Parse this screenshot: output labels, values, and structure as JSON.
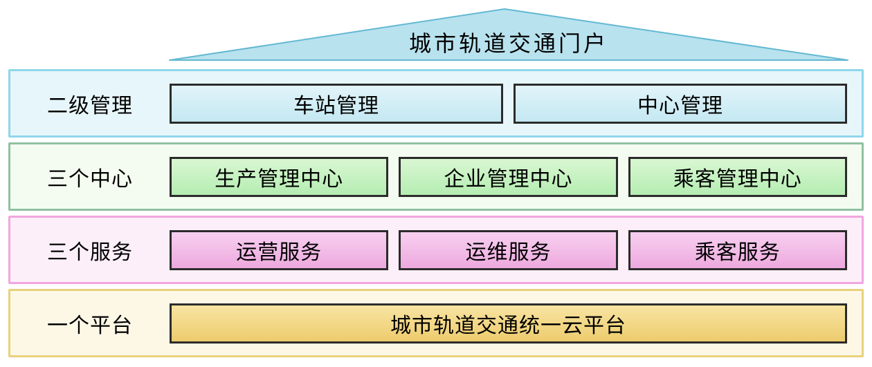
{
  "diagram": {
    "roof": {
      "label": "城市轨道交通门户"
    },
    "rows": [
      {
        "label": "二级管理",
        "theme": "blue",
        "boxes": [
          "车站管理",
          "中心管理"
        ]
      },
      {
        "label": "三个中心",
        "theme": "green",
        "boxes": [
          "生产管理中心",
          "企业管理中心",
          "乘客管理中心"
        ]
      },
      {
        "label": "三个服务",
        "theme": "pink",
        "boxes": [
          "运营服务",
          "运维服务",
          "乘客服务"
        ]
      },
      {
        "label": "一个平台",
        "theme": "yellow",
        "boxes": [
          "城市轨道交通统一云平台"
        ]
      }
    ],
    "colors": {
      "roof_fill": "#b8e2ee",
      "roof_border": "#62b8d2",
      "blue_row_border": "#8ed7eb",
      "green_row_border": "#8fc1a1",
      "pink_row_border": "#f2a7e0",
      "yellow_row_border": "#e8d17d",
      "box_border": "#2b2b2b"
    }
  }
}
